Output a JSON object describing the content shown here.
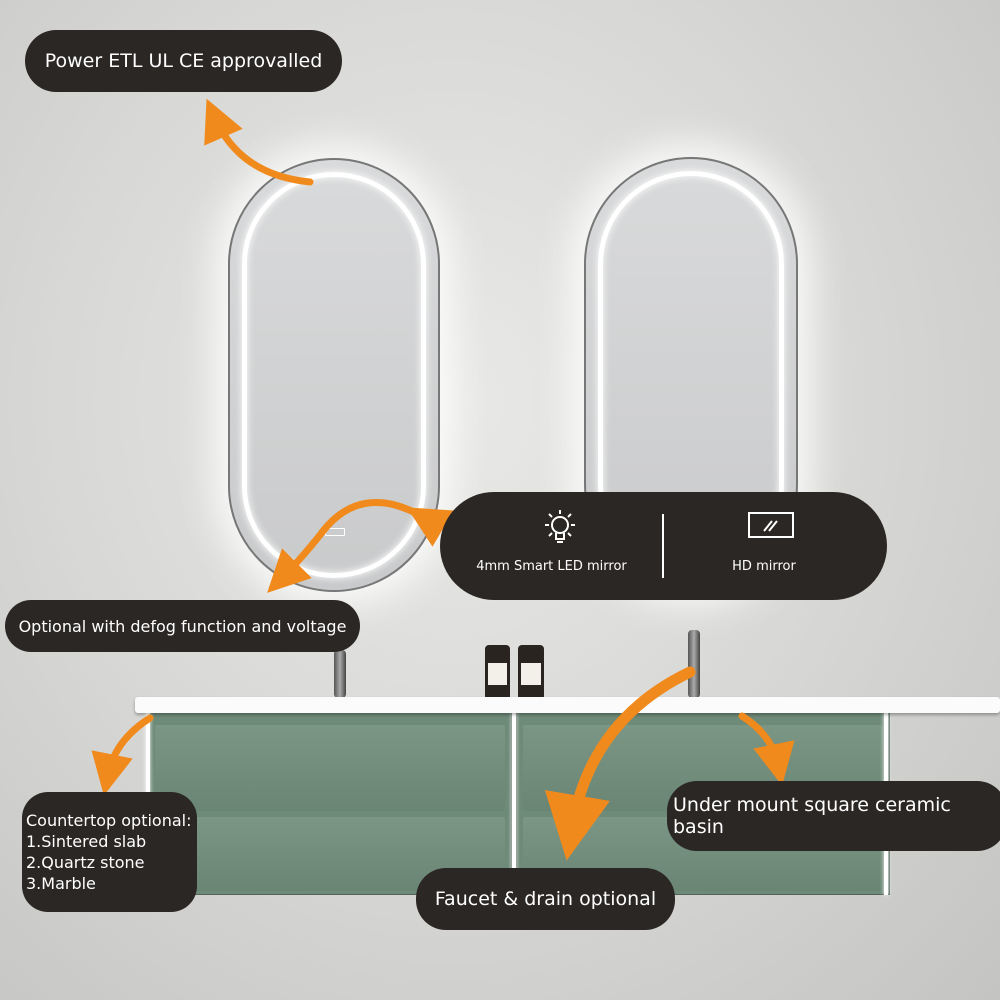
{
  "labels": {
    "power": "Power ETL  UL CE approvalled",
    "defog": "Optional with defog function and voltage",
    "countertop": {
      "title": "Countertop optional:",
      "items": [
        "1.Sintered slab",
        "2.Quartz stone",
        "3.Marble"
      ]
    },
    "basin": "Under mount square ceramic basin",
    "faucet": "Faucet & drain optional"
  },
  "feature_panel": {
    "items": [
      {
        "icon": "lightbulb-icon",
        "label": "4mm Smart LED mirror"
      },
      {
        "icon": "hd-mirror-icon",
        "label": "HD mirror"
      }
    ]
  },
  "colors": {
    "arrow": "#f08a1c",
    "label_bg": "#2b2725",
    "cabinet": "#6e8a78"
  }
}
